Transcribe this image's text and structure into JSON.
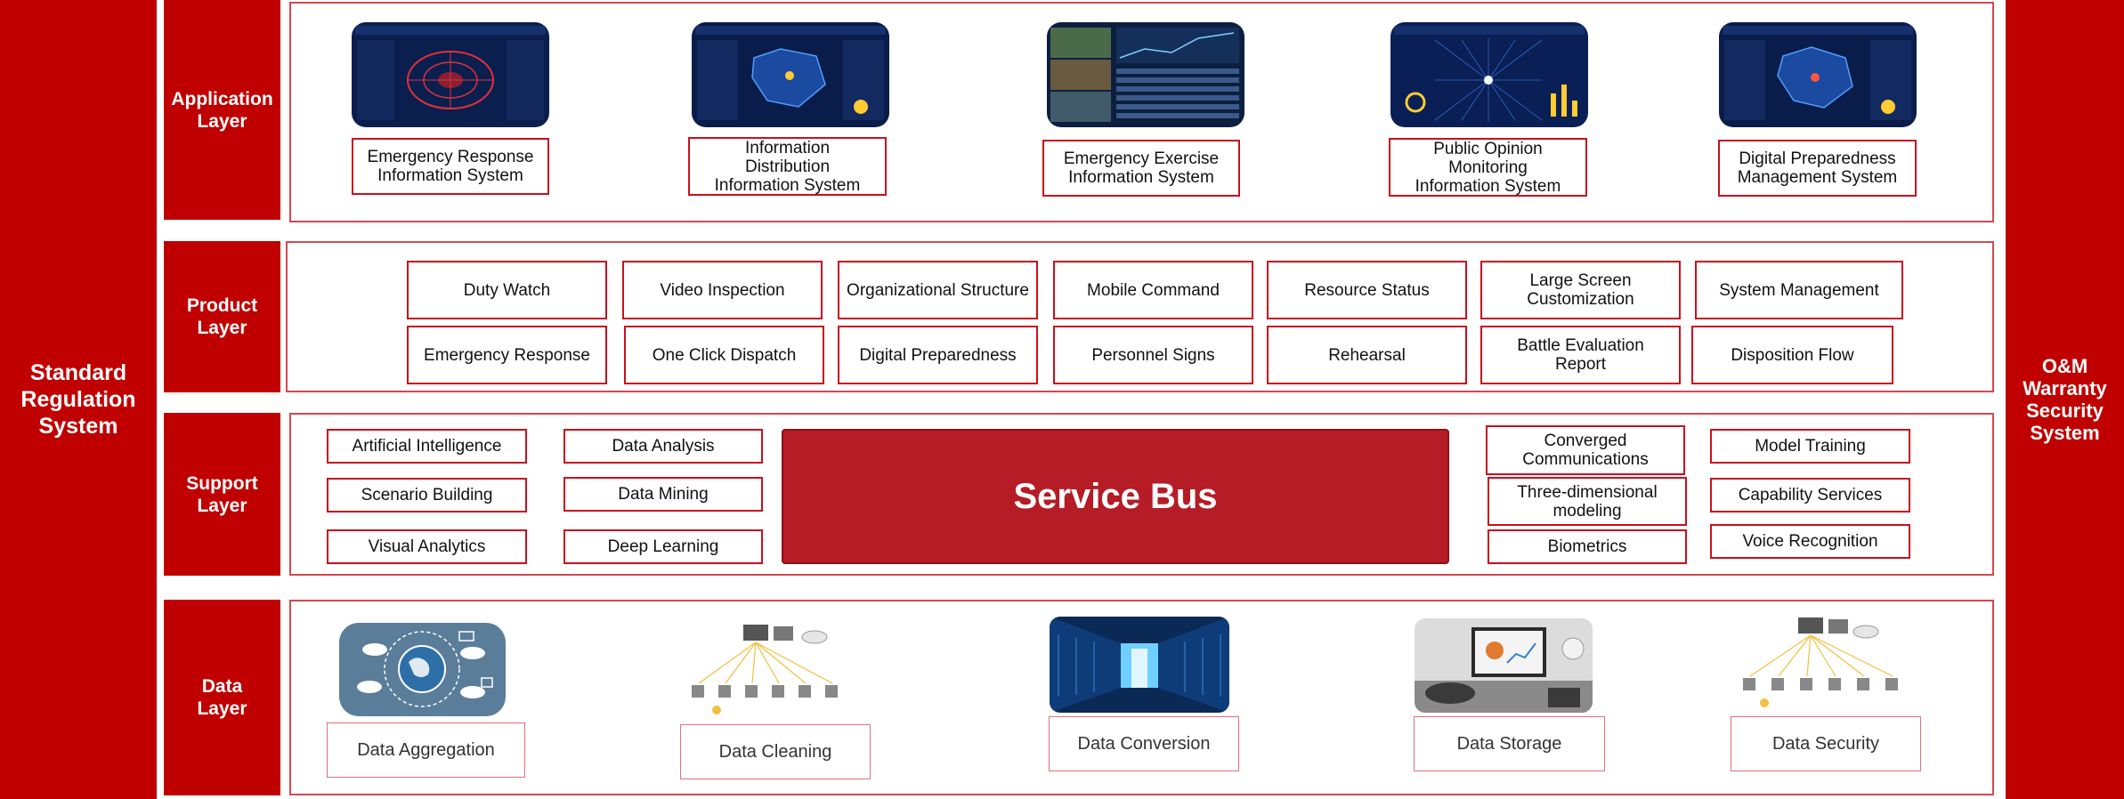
{
  "left_bar": {
    "label": "Standard Regulation System"
  },
  "right_bar": {
    "label": "O&M Warranty Security System"
  },
  "layers": {
    "application": {
      "label": "Application Layer",
      "systems": [
        "Emergency Response Information System",
        "Information Distribution Information System",
        "Emergency Exercise Information System",
        "Public Opinion Monitoring Information System",
        "Digital Preparedness Management System"
      ]
    },
    "product": {
      "label": "Product Layer",
      "row1": [
        "Duty Watch",
        "Video Inspection",
        "Organizational Structure",
        "Mobile Command",
        "Resource Status",
        "Large Screen Customization",
        "System Management"
      ],
      "row2": [
        "Emergency Response",
        "One Click Dispatch",
        "Digital Preparedness",
        "Personnel Signs",
        "Rehearsal",
        "Battle Evaluation Report",
        "Disposition Flow"
      ]
    },
    "support": {
      "label": "Support Layer",
      "left_col1": [
        "Artificial Intelligence",
        "Scenario Building",
        "Visual Analytics"
      ],
      "left_col2": [
        "Data Analysis",
        "Data Mining",
        "Deep Learning"
      ],
      "service_bus": "Service Bus",
      "right_col1": [
        "Converged Communications",
        "Three-dimensional modeling",
        "Biometrics"
      ],
      "right_col2": [
        "Model Training",
        "Capability Services",
        "Voice Recognition"
      ]
    },
    "data": {
      "label": "Data Layer",
      "items": [
        "Data Aggregation",
        "Data Cleaning",
        "Data Conversion",
        "Data Storage",
        "Data Security"
      ]
    }
  },
  "colors": {
    "brand_red": "#c00000",
    "border_red": "#c8101e",
    "bus_red": "#b51c26",
    "screen_blue": "#0b1f4e"
  }
}
